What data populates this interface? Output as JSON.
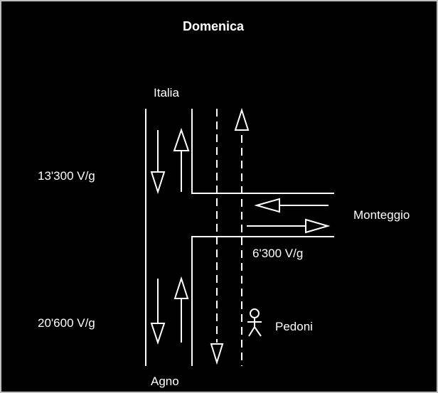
{
  "title": "Domenica",
  "locations": {
    "north": "Italia",
    "south": "Agno",
    "east": "Monteggio"
  },
  "volumes": {
    "north_segment": "13'300 V/g",
    "south_segment": "20'600 V/g",
    "east_segment": "6'300 V/g"
  },
  "pedestrians": "Pedoni",
  "icons": {
    "flow_arrow": "hollow-arrow-icon",
    "pedestrian": "pedestrian-icon"
  },
  "colors": {
    "background": "#000000",
    "foreground": "#ffffff",
    "border": "#bdbdbd"
  }
}
